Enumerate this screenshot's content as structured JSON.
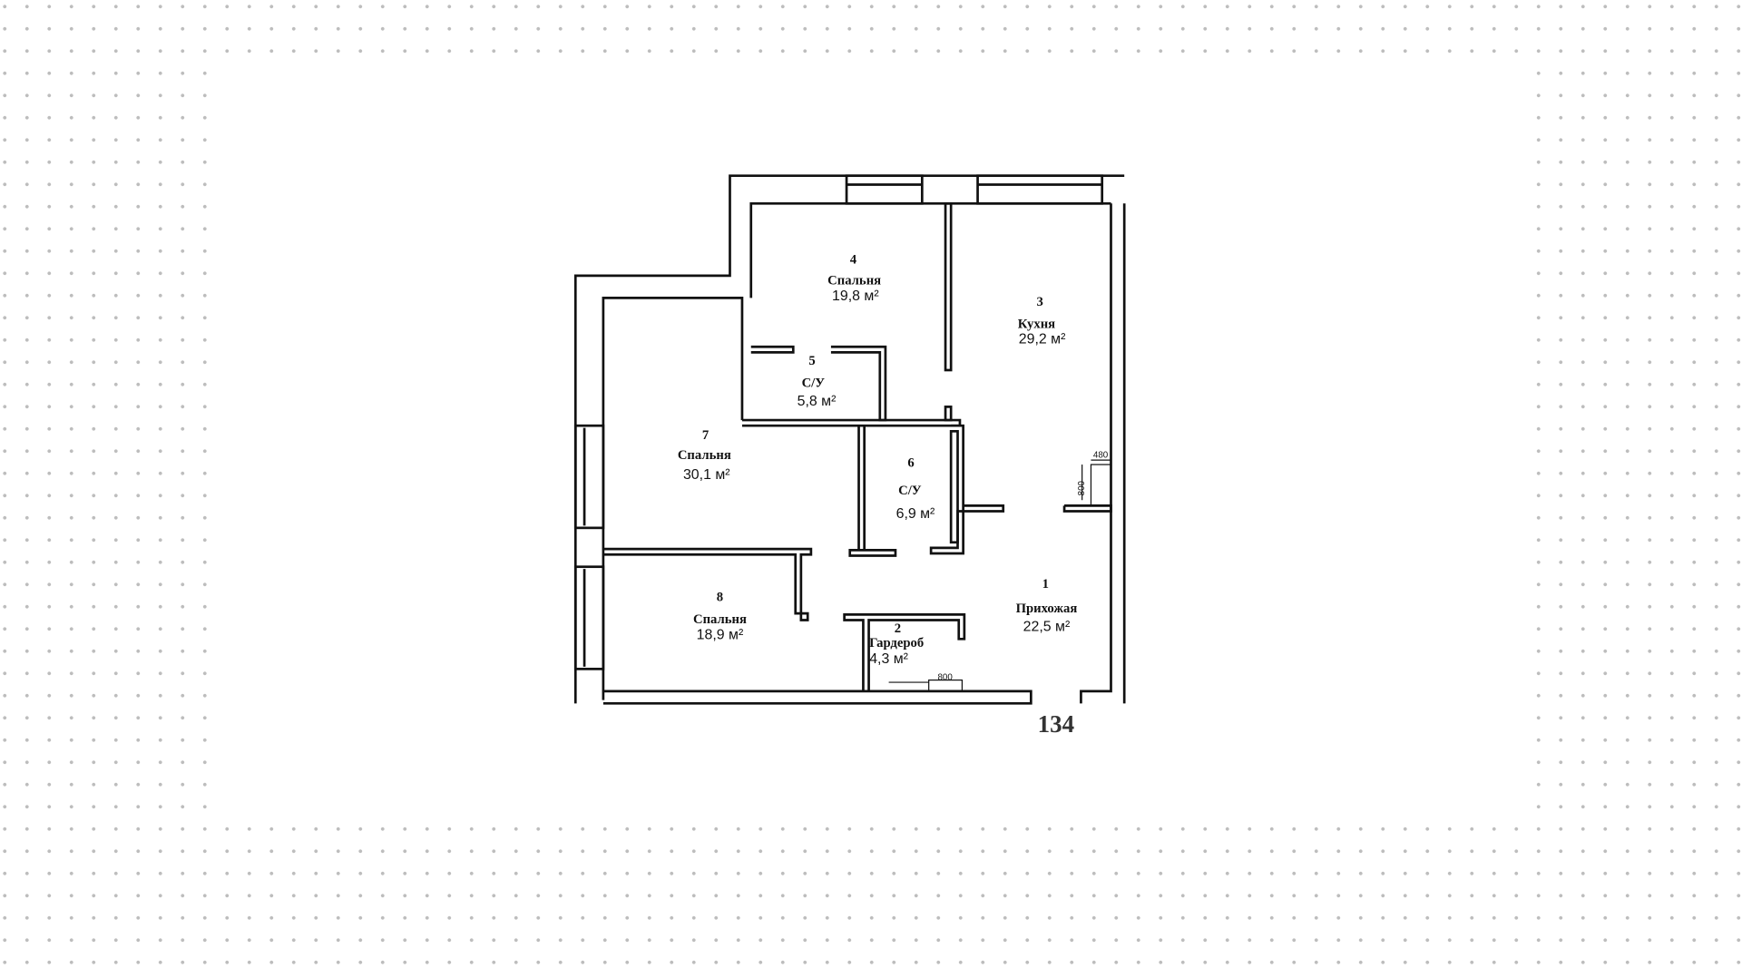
{
  "plan": {
    "apartment_number": "134",
    "rooms": [
      {
        "num": "1",
        "name": "Прихожая",
        "area": "22,5 м²"
      },
      {
        "num": "2",
        "name": "Гардероб",
        "area": "4,3 м²"
      },
      {
        "num": "3",
        "name": "Кухня",
        "area": "29,2 м²"
      },
      {
        "num": "4",
        "name": "Спальня",
        "area": "19,8 м²"
      },
      {
        "num": "5",
        "name": "С/У",
        "area": "5,8 м²"
      },
      {
        "num": "6",
        "name": "С/У",
        "area": "6,9 м²"
      },
      {
        "num": "7",
        "name": "Спальня",
        "area": "30,1 м²"
      },
      {
        "num": "8",
        "name": "Спальня",
        "area": "18,9 м²"
      }
    ],
    "dimensions": {
      "radiator_width": "480",
      "radiator_height": "800",
      "wardrobe_radiator": "800"
    }
  }
}
